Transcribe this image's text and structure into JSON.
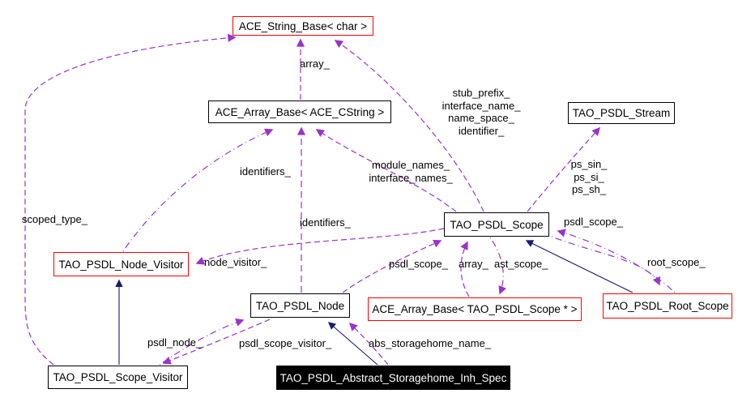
{
  "colors": {
    "usage_edge": "#9a32cd",
    "inheritance_edge": "#191970",
    "node_border": "#000000",
    "template_node_border": "#ff0000",
    "focus_node_bg": "#000000",
    "focus_node_text": "#ffffff",
    "background": "#ffffff"
  },
  "nodes": [
    {
      "label": "ACE_String_Base< char >"
    },
    {
      "label": "ACE_Array_Base< ACE_CString >"
    },
    {
      "label": "TAO_PSDL_Stream"
    },
    {
      "label": "TAO_PSDL_Scope"
    },
    {
      "label": "TAO_PSDL_Node_Visitor"
    },
    {
      "label": "TAO_PSDL_Node"
    },
    {
      "label": "ACE_Array_Base< TAO_PSDL_Scope * >"
    },
    {
      "label": "TAO_PSDL_Root_Scope"
    },
    {
      "label": "TAO_PSDL_Scope_Visitor"
    },
    {
      "label": "TAO_PSDL_Abstract_Storagehome_Inh_Spec"
    }
  ],
  "labels": {
    "array_top": "array_",
    "stub_prefix_group": "stub_prefix_\ninterface_name_\nname_space_\nidentifier_",
    "ps_group": "ps_sin_\nps_si_\nps_sh_",
    "module_group": "module_names_\ninterface_names_",
    "identifiers_left": "identifiers_",
    "identifiers_mid": "identifiers_",
    "scoped_type": "scoped_type_",
    "psdl_scope_mid": "psdl_scope_",
    "array_mid": "array_",
    "ast_scope": "ast_scope_",
    "psdl_scope_right": "psdl_scope_",
    "root_scope": "root_scope_",
    "node_visitor": "node_visitor_",
    "psdl_node": "psdl_node_",
    "psdl_scope_visitor": "psdl_scope_visitor_",
    "abs_storagehome_name": "abs_storagehome_name_"
  }
}
